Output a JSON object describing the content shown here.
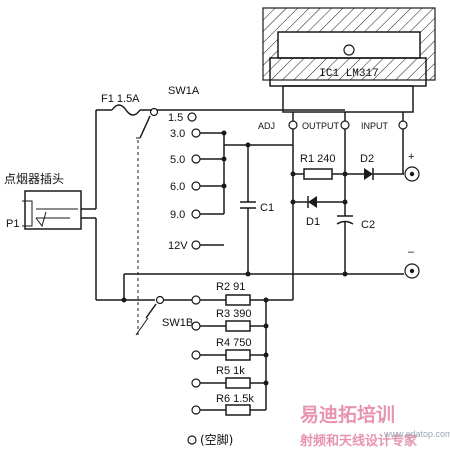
{
  "ic": {
    "name": "IC1 LM317",
    "pins": {
      "adj": "ADJ",
      "output": "OUTPUT",
      "input": "INPUT"
    }
  },
  "plug": {
    "label": "点烟器插头",
    "ref": "P1"
  },
  "fuse": {
    "label": "F1 1.5A"
  },
  "switch": {
    "sw_a": "SW1A",
    "sw_b": "SW1B"
  },
  "voltages": [
    "1.5",
    "3.0",
    "5.0",
    "6.0",
    "9.0",
    "12V"
  ],
  "components": {
    "c1": "C1",
    "c2": "C2",
    "r1": "R1 240",
    "d1": "D1",
    "d2": "D2"
  },
  "resistors": [
    "R2 91",
    "R3 390",
    "R4 750",
    "R5 1k",
    "R6 1.5k"
  ],
  "spare": "(空脚)",
  "terminals": {
    "plus": "+",
    "minus": "–"
  },
  "watermark": {
    "main": "易迪拓培训",
    "sub": "射频和天线设计专家",
    "site": "www.edatop.com"
  }
}
